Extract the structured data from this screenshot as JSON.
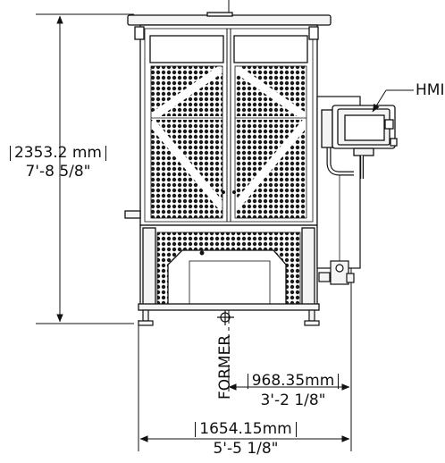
{
  "dimensions": {
    "height": {
      "metric": "2353.2 mm",
      "imperial": "7'-8 5/8\""
    },
    "former_offset": {
      "metric": "968.35mm",
      "imperial": "3'-2 1/8\""
    },
    "width": {
      "metric": "1654.15mm",
      "imperial": "5'-5 1/8\""
    }
  },
  "callouts": {
    "hmi": "HMI",
    "former": "FORMER"
  },
  "colors": {
    "line": "#111111",
    "mesh": "#1a1a1a",
    "panel": "#f4f4f4"
  }
}
